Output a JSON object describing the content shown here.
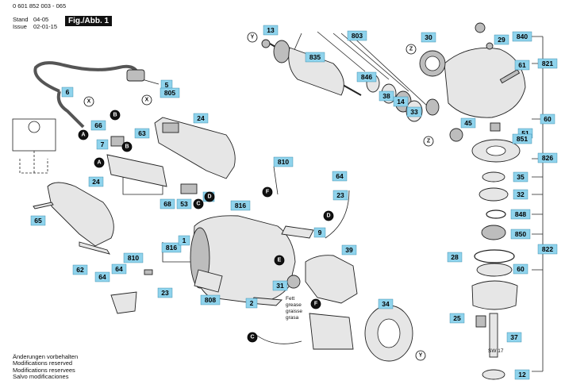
{
  "header": {
    "doc_number": "0 601 852 003 - 065",
    "stand_label": "Stand",
    "stand_value": "04-05",
    "issue_label": "Issue",
    "issue_value": "02-01-15",
    "figure_tag": "Fig./Abb. 1"
  },
  "footer": {
    "lines": [
      "Änderungen vorbehalten",
      "Modifications reserved",
      "Modifications reservees",
      "Salvo modificaciones"
    ]
  },
  "callouts": [
    "803",
    "13",
    "835",
    "30",
    "840",
    "29",
    "821",
    "61",
    "846",
    "38",
    "14",
    "33",
    "5",
    "805",
    "6",
    "45",
    "60",
    "51",
    "851",
    "826",
    "66",
    "63",
    "24",
    "7",
    "35",
    "32",
    "848",
    "850",
    "822",
    "810",
    "64",
    "23",
    "816",
    "68",
    "53",
    "D",
    "24",
    "65",
    "62",
    "810",
    "816",
    "64",
    "23",
    "64",
    "1",
    "9",
    "808",
    "2",
    "39",
    "31",
    "34",
    "28",
    "60",
    "25",
    "37",
    "12"
  ],
  "labels": {
    "sw17": "SW 17",
    "grease": [
      "Fett",
      "grease",
      "graisse",
      "grasa"
    ]
  },
  "letter_markers": {
    "A": "A",
    "B": "B",
    "C": "C",
    "D": "D",
    "E": "E",
    "F": "F",
    "X": "X",
    "Y": "Y",
    "Z": "Z"
  },
  "colors": {
    "label_fill": "#8fd3ec",
    "marker_black": "#111111",
    "marker_white": "#ffffff"
  }
}
